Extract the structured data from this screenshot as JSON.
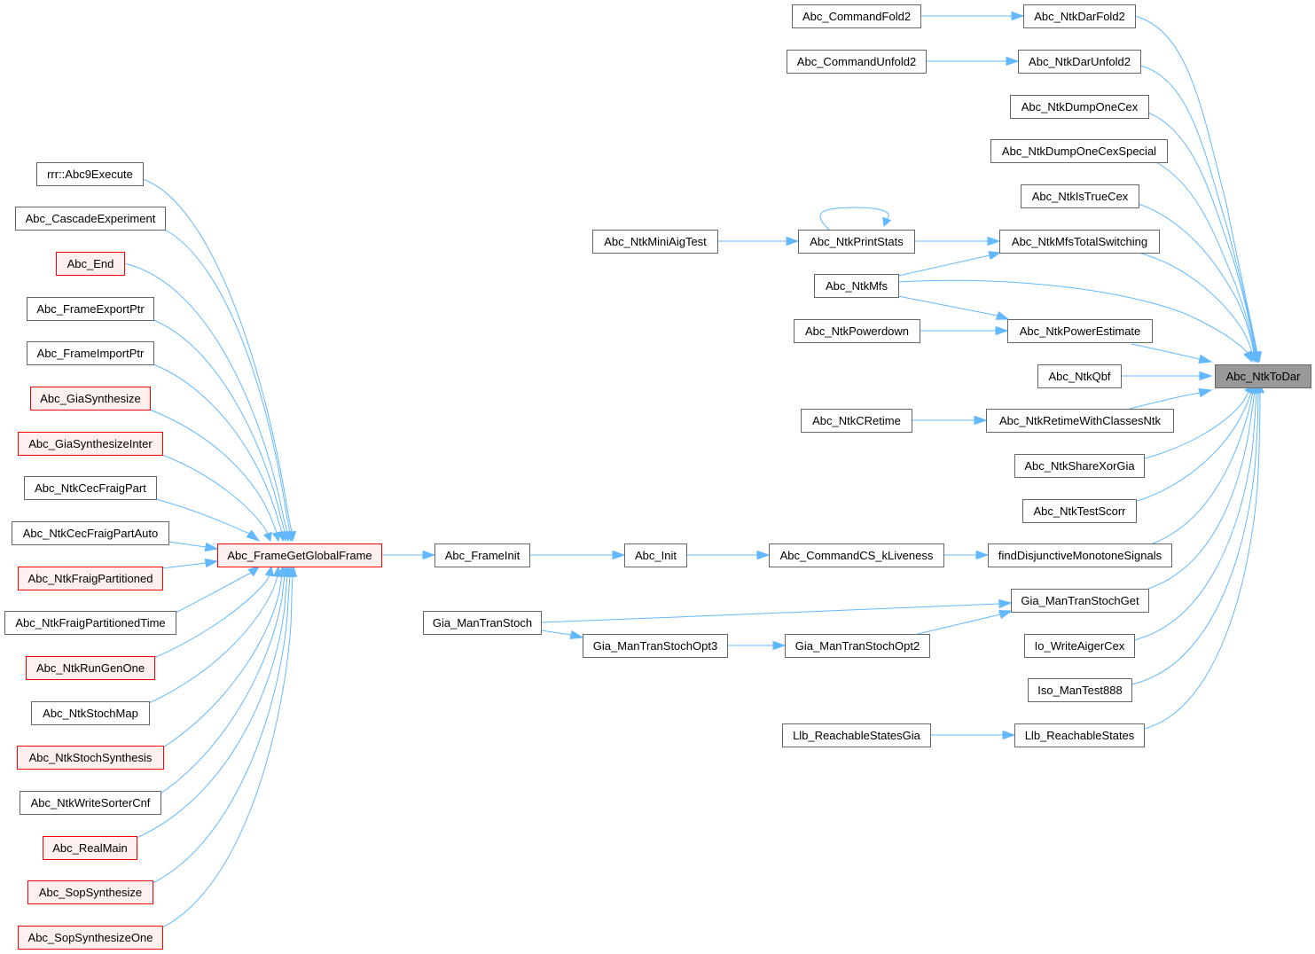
{
  "graph": {
    "title": "",
    "colors": {
      "edge": "#63b8ff",
      "node_fill": "#ffffff",
      "node_stroke": "#666666",
      "truncated_fill": "#fff0f0",
      "truncated_stroke": "#ff0000",
      "focus_fill": "#999999",
      "focus_stroke": "#666666"
    },
    "nodes": [
      {
        "id": "n_ntktodar",
        "label": "Abc_NtkToDar",
        "style": "focus"
      },
      {
        "id": "n_darfold2",
        "label": "Abc_NtkDarFold2",
        "style": "normal"
      },
      {
        "id": "n_cmdfold2",
        "label": "Abc_CommandFold2",
        "style": "normal"
      },
      {
        "id": "n_darunfold2",
        "label": "Abc_NtkDarUnfold2",
        "style": "normal"
      },
      {
        "id": "n_cmdunfold2",
        "label": "Abc_CommandUnfold2",
        "style": "normal"
      },
      {
        "id": "n_dumponecex",
        "label": "Abc_NtkDumpOneCex",
        "style": "normal"
      },
      {
        "id": "n_dumponecexsp",
        "label": "Abc_NtkDumpOneCexSpecial",
        "style": "normal"
      },
      {
        "id": "n_istruecex",
        "label": "Abc_NtkIsTrueCex",
        "style": "normal"
      },
      {
        "id": "n_mfstotal",
        "label": "Abc_NtkMfsTotalSwitching",
        "style": "normal"
      },
      {
        "id": "n_printstats",
        "label": "Abc_NtkPrintStats",
        "style": "normal"
      },
      {
        "id": "n_miniaig",
        "label": "Abc_NtkMiniAigTest",
        "style": "normal"
      },
      {
        "id": "n_ntkmfs",
        "label": "Abc_NtkMfs",
        "style": "normal"
      },
      {
        "id": "n_powerest",
        "label": "Abc_NtkPowerEstimate",
        "style": "normal"
      },
      {
        "id": "n_powerdown",
        "label": "Abc_NtkPowerdown",
        "style": "normal"
      },
      {
        "id": "n_qbf",
        "label": "Abc_NtkQbf",
        "style": "normal"
      },
      {
        "id": "n_retimecls",
        "label": "Abc_NtkRetimeWithClassesNtk",
        "style": "normal"
      },
      {
        "id": "n_cretime",
        "label": "Abc_NtkCRetime",
        "style": "normal"
      },
      {
        "id": "n_sharexor",
        "label": "Abc_NtkShareXorGia",
        "style": "normal"
      },
      {
        "id": "n_testscorr",
        "label": "Abc_NtkTestScorr",
        "style": "normal"
      },
      {
        "id": "n_finddisj",
        "label": "findDisjunctiveMonotoneSignals",
        "style": "normal"
      },
      {
        "id": "n_cmdcs",
        "label": "Abc_CommandCS_kLiveness",
        "style": "normal"
      },
      {
        "id": "n_init",
        "label": "Abc_Init",
        "style": "normal"
      },
      {
        "id": "n_frameinit",
        "label": "Abc_FrameInit",
        "style": "normal"
      },
      {
        "id": "n_getglobal",
        "label": "Abc_FrameGetGlobalFrame",
        "style": "truncated"
      },
      {
        "id": "n_transtochget",
        "label": "Gia_ManTranStochGet",
        "style": "normal"
      },
      {
        "id": "n_transtoch",
        "label": "Gia_ManTranStoch",
        "style": "normal"
      },
      {
        "id": "n_transtochopt3",
        "label": "Gia_ManTranStochOpt3",
        "style": "normal"
      },
      {
        "id": "n_transtochopt2",
        "label": "Gia_ManTranStochOpt2",
        "style": "normal"
      },
      {
        "id": "n_writeaiger",
        "label": "Io_WriteAigerCex",
        "style": "normal"
      },
      {
        "id": "n_isotest",
        "label": "Iso_ManTest888",
        "style": "normal"
      },
      {
        "id": "n_reachable",
        "label": "Llb_ReachableStates",
        "style": "normal"
      },
      {
        "id": "n_reachablegia",
        "label": "Llb_ReachableStatesGia",
        "style": "normal"
      },
      {
        "id": "n_abc9exec",
        "label": "rrr::Abc9Execute",
        "style": "normal"
      },
      {
        "id": "n_cascade",
        "label": "Abc_CascadeExperiment",
        "style": "normal"
      },
      {
        "id": "n_end",
        "label": "Abc_End",
        "style": "truncated"
      },
      {
        "id": "n_exportptr",
        "label": "Abc_FrameExportPtr",
        "style": "normal"
      },
      {
        "id": "n_importptr",
        "label": "Abc_FrameImportPtr",
        "style": "normal"
      },
      {
        "id": "n_giasynth",
        "label": "Abc_GiaSynthesize",
        "style": "truncated"
      },
      {
        "id": "n_giasynthinter",
        "label": "Abc_GiaSynthesizeInter",
        "style": "truncated"
      },
      {
        "id": "n_cecfraig",
        "label": "Abc_NtkCecFraigPart",
        "style": "normal"
      },
      {
        "id": "n_cecfraigauto",
        "label": "Abc_NtkCecFraigPartAuto",
        "style": "normal"
      },
      {
        "id": "n_fraigpart",
        "label": "Abc_NtkFraigPartitioned",
        "style": "truncated"
      },
      {
        "id": "n_fraigparttime",
        "label": "Abc_NtkFraigPartitionedTime",
        "style": "normal"
      },
      {
        "id": "n_rungenone",
        "label": "Abc_NtkRunGenOne",
        "style": "truncated"
      },
      {
        "id": "n_stochmap",
        "label": "Abc_NtkStochMap",
        "style": "normal"
      },
      {
        "id": "n_stochsynth",
        "label": "Abc_NtkStochSynthesis",
        "style": "truncated"
      },
      {
        "id": "n_writesorter",
        "label": "Abc_NtkWriteSorterCnf",
        "style": "normal"
      },
      {
        "id": "n_realmain",
        "label": "Abc_RealMain",
        "style": "truncated"
      },
      {
        "id": "n_sopsynth",
        "label": "Abc_SopSynthesize",
        "style": "truncated"
      },
      {
        "id": "n_sopsynthone",
        "label": "Abc_SopSynthesizeOne",
        "style": "truncated"
      }
    ]
  }
}
